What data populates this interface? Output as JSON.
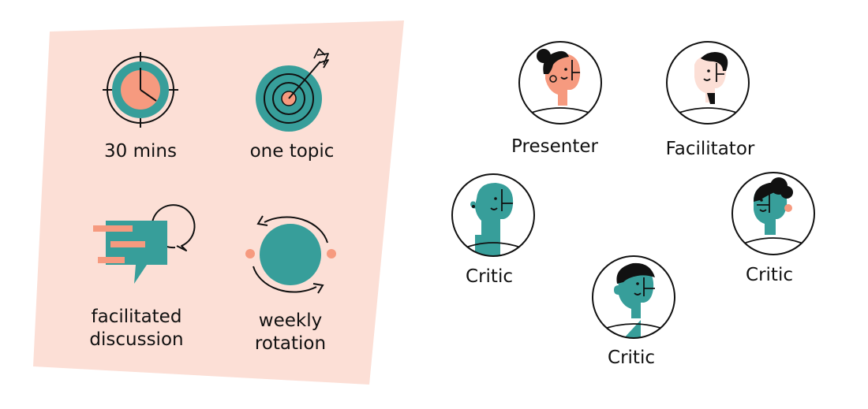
{
  "colors": {
    "panel": "#fcdfd6",
    "teal": "#379e9a",
    "salmon": "#f69a7f",
    "skin": "#fcdfd6",
    "ink": "#111111"
  },
  "features": [
    {
      "label": "30 mins",
      "icon": "clock-icon"
    },
    {
      "label": "one topic",
      "icon": "target-arrow-icon"
    },
    {
      "label_lines": [
        "facilitated",
        "discussion"
      ],
      "icon": "chat-bubbles-icon"
    },
    {
      "label_lines": [
        "weekly",
        "rotation"
      ],
      "icon": "rotation-cycle-icon"
    }
  ],
  "roles": [
    {
      "label": "Presenter",
      "icon": "presenter-avatar-icon"
    },
    {
      "label": "Facilitator",
      "icon": "facilitator-avatar-icon"
    },
    {
      "label": "Critic",
      "icon": "critic-avatar-icon"
    },
    {
      "label": "Critic",
      "icon": "critic-avatar-icon"
    },
    {
      "label": "Critic",
      "icon": "critic-avatar-icon"
    }
  ]
}
